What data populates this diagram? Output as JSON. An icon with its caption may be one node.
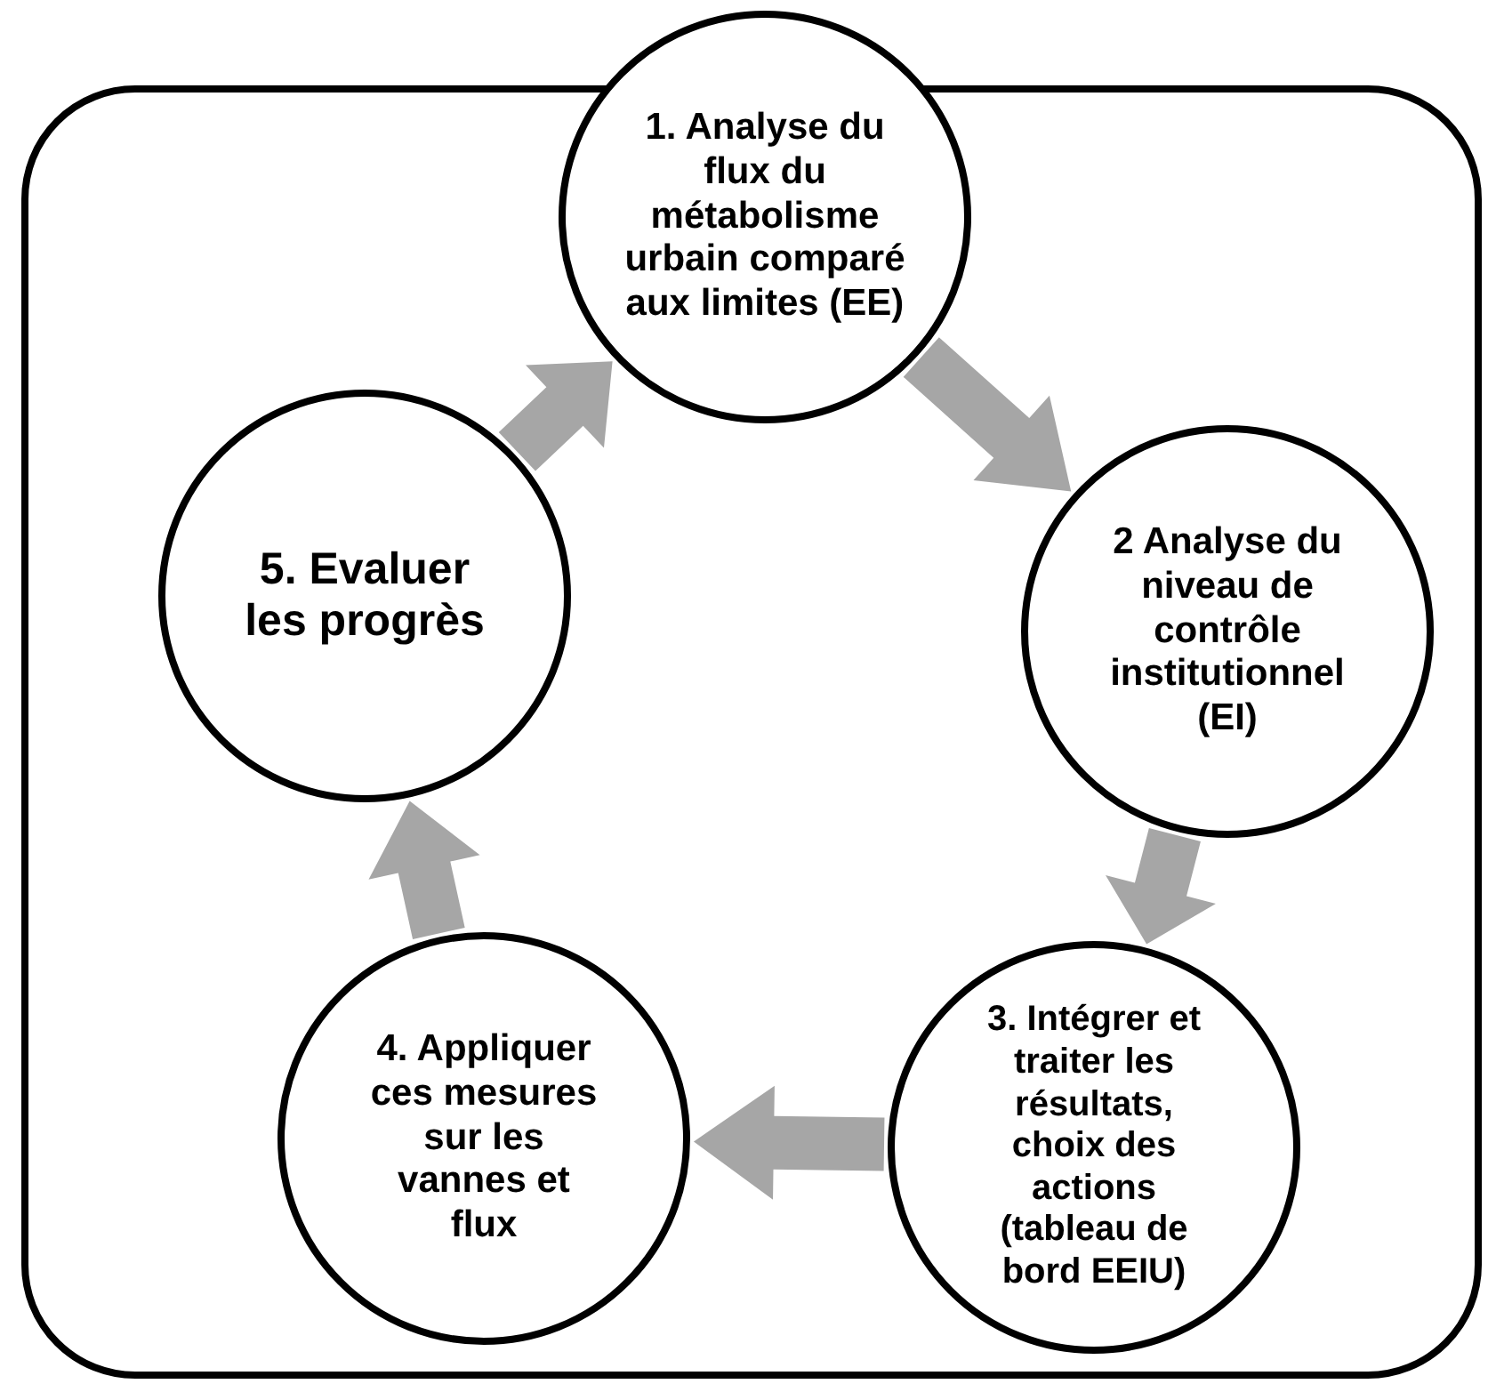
{
  "diagram": {
    "nodes": [
      {
        "text": [
          "1. Analyse du flux du métabolisme urbain comparé aux limites (EE)"
        ]
      },
      {
        "text": [
          "2 Analyse du niveau de contrôle institutionnel (EI)"
        ]
      },
      {
        "text": [
          "3. Intégrer et traiter les résultats, choix des actions (tableau de bord EEIU)"
        ]
      },
      {
        "text": [
          "4. Appliquer ces mesures sur les vannes et flux"
        ]
      },
      {
        "text": [
          "5. Evaluer les progrès"
        ]
      }
    ],
    "edges": [
      {
        "from": 0,
        "to": 1,
        "arrow": "to"
      },
      {
        "from": 1,
        "to": 2,
        "arrow": "to"
      },
      {
        "from": 2,
        "to": 3,
        "arrow": "to"
      },
      {
        "from": 3,
        "to": 4,
        "arrow": "to"
      },
      {
        "from": 4,
        "to": 0,
        "arrow": "to"
      }
    ]
  }
}
